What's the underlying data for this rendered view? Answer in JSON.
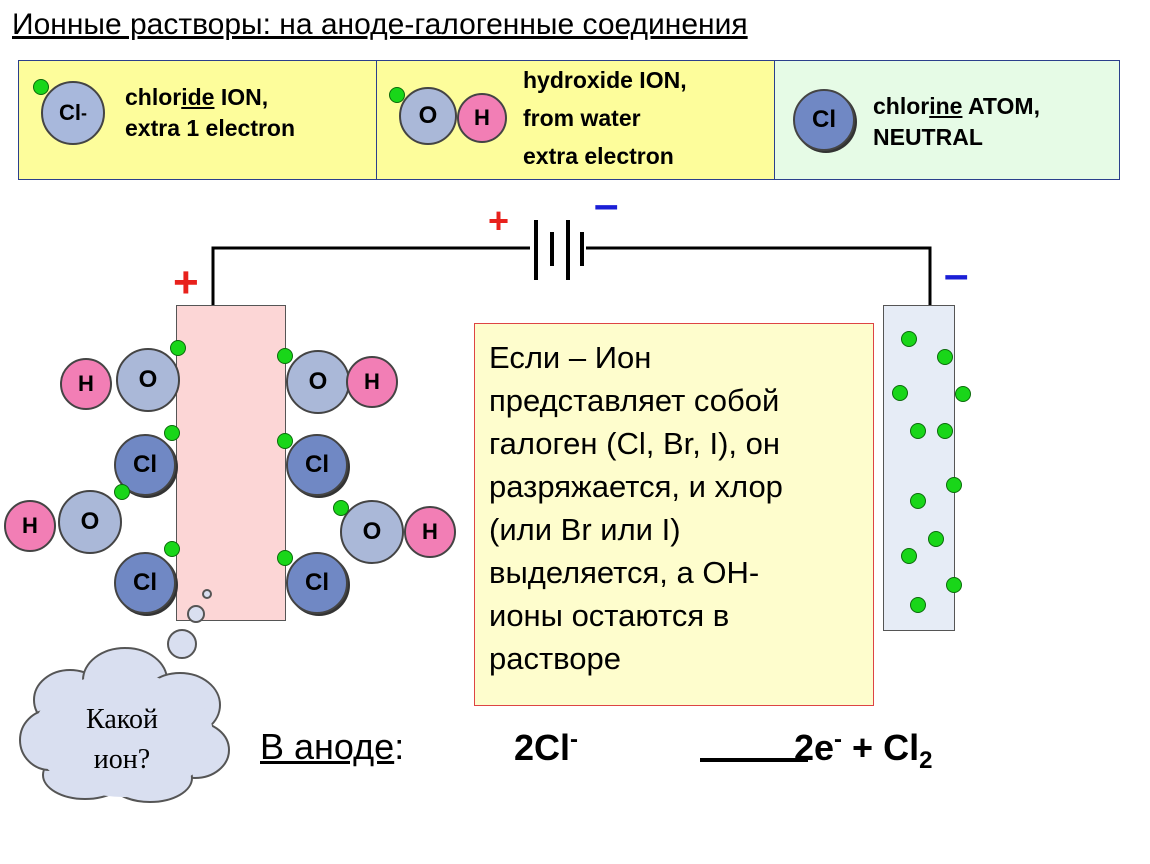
{
  "title": "Ионные растворы: на аноде-галогенные соединения",
  "legend": {
    "chloride": {
      "symbol": "Cl",
      "charge": "-",
      "line1_pre": "chlor",
      "line1_u": "ide",
      "line1_post": " ION,",
      "line2": "extra 1 electron"
    },
    "hydroxide": {
      "o": "O",
      "h": "H",
      "line1": "hydroxide ION,",
      "line2": "from water",
      "line3": "extra electron"
    },
    "chlorine": {
      "symbol": "Cl",
      "line1_pre": "chlor",
      "line1_u": "ine",
      "line1_post": " ATOM,",
      "line2": "NEUTRAL"
    },
    "colors": {
      "yellow": "#fdfd9b",
      "green": "#e6fbe6",
      "electron": "#19d619"
    }
  },
  "battery": {
    "plus": "+",
    "minus": "–"
  },
  "electrodes": {
    "anode_sign": "+",
    "cathode_sign": "–"
  },
  "labels": {
    "o": "O",
    "h": "H",
    "cl": "Cl"
  },
  "info": {
    "lines": [
      "Если – Ион",
      "представляет собой",
      "галоген (Cl, Br, I), он",
      "разряжается, и хлор",
      "(или Br или I)",
      "выделяется, а OH-",
      "ионы остаются в",
      "растворе"
    ]
  },
  "thought": {
    "line1": "Какой",
    "line2": "ион?"
  },
  "equation": {
    "label": "В аноде",
    "colon": ":",
    "left": "2Cl",
    "left_sup": "-",
    "right_e": "2e",
    "right_e_sup": "-",
    "plus": " + Cl",
    "sub": "2"
  }
}
